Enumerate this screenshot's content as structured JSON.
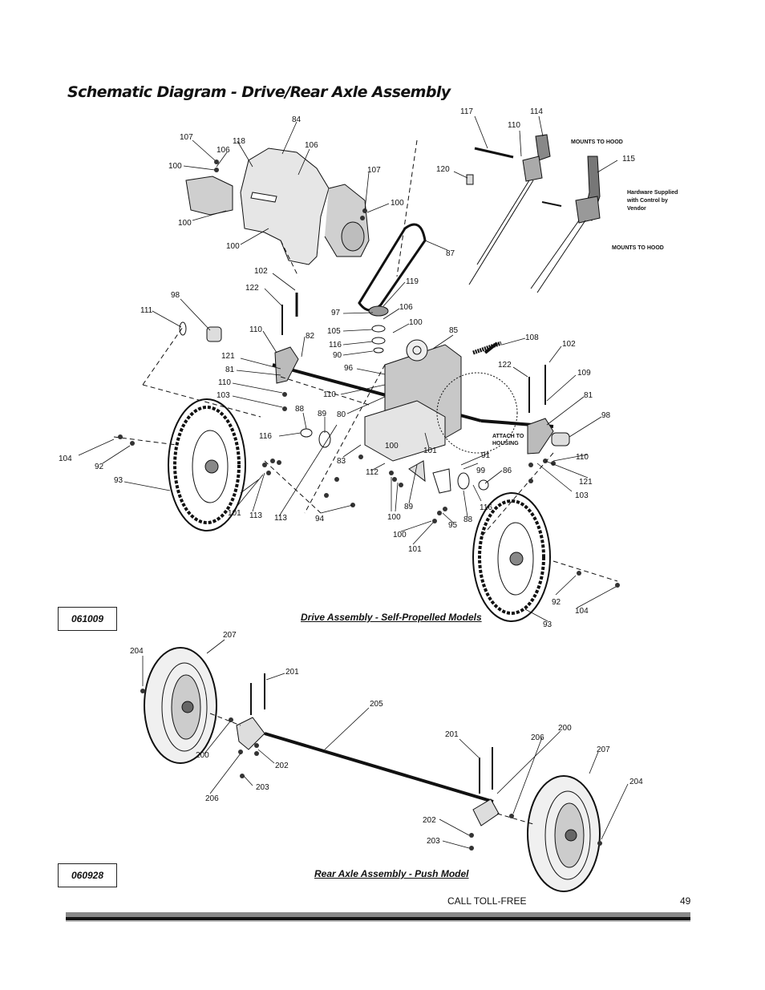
{
  "page": {
    "title": "Schematic Diagram - Drive/Rear Axle Assembly",
    "footer_label": "CALL TOLL-FREE",
    "page_number": "49"
  },
  "drive": {
    "code": "061009",
    "caption": "Drive Assembly - Self-Propelled Models",
    "notes": {
      "mounts_top": "MOUNTS TO HOOD",
      "mounts_bottom": "MOUNTS TO HOOD",
      "hardware": [
        "Hardware Supplied",
        "with Control by",
        "Vendor"
      ],
      "attach": [
        "ATTACH TO",
        "HOUSING"
      ]
    },
    "labels": [
      "117",
      "114",
      "110",
      "115",
      "120",
      "84",
      "107",
      "106",
      "118",
      "106",
      "100",
      "107",
      "100",
      "100",
      "100",
      "87",
      "102",
      "122",
      "119",
      "97",
      "106",
      "105",
      "100",
      "116",
      "90",
      "98",
      "111",
      "110",
      "82",
      "85",
      "108",
      "102",
      "121",
      "81",
      "110",
      "103",
      "96",
      "122",
      "110",
      "109",
      "81",
      "80",
      "88",
      "89",
      "98",
      "116",
      "83",
      "100",
      "101",
      "91",
      "99",
      "86",
      "104",
      "92",
      "93",
      "112",
      "110",
      "113",
      "89",
      "116",
      "88",
      "95",
      "94",
      "101",
      "100",
      "113",
      "100",
      "101",
      "121",
      "103",
      "92",
      "104",
      "93"
    ]
  },
  "axle": {
    "code": "060928",
    "caption": "Rear Axle Assembly - Push Model",
    "labels": [
      "204",
      "207",
      "201",
      "205",
      "201",
      "206",
      "200",
      "207",
      "200",
      "202",
      "206",
      "203",
      "204",
      "202",
      "203"
    ]
  }
}
